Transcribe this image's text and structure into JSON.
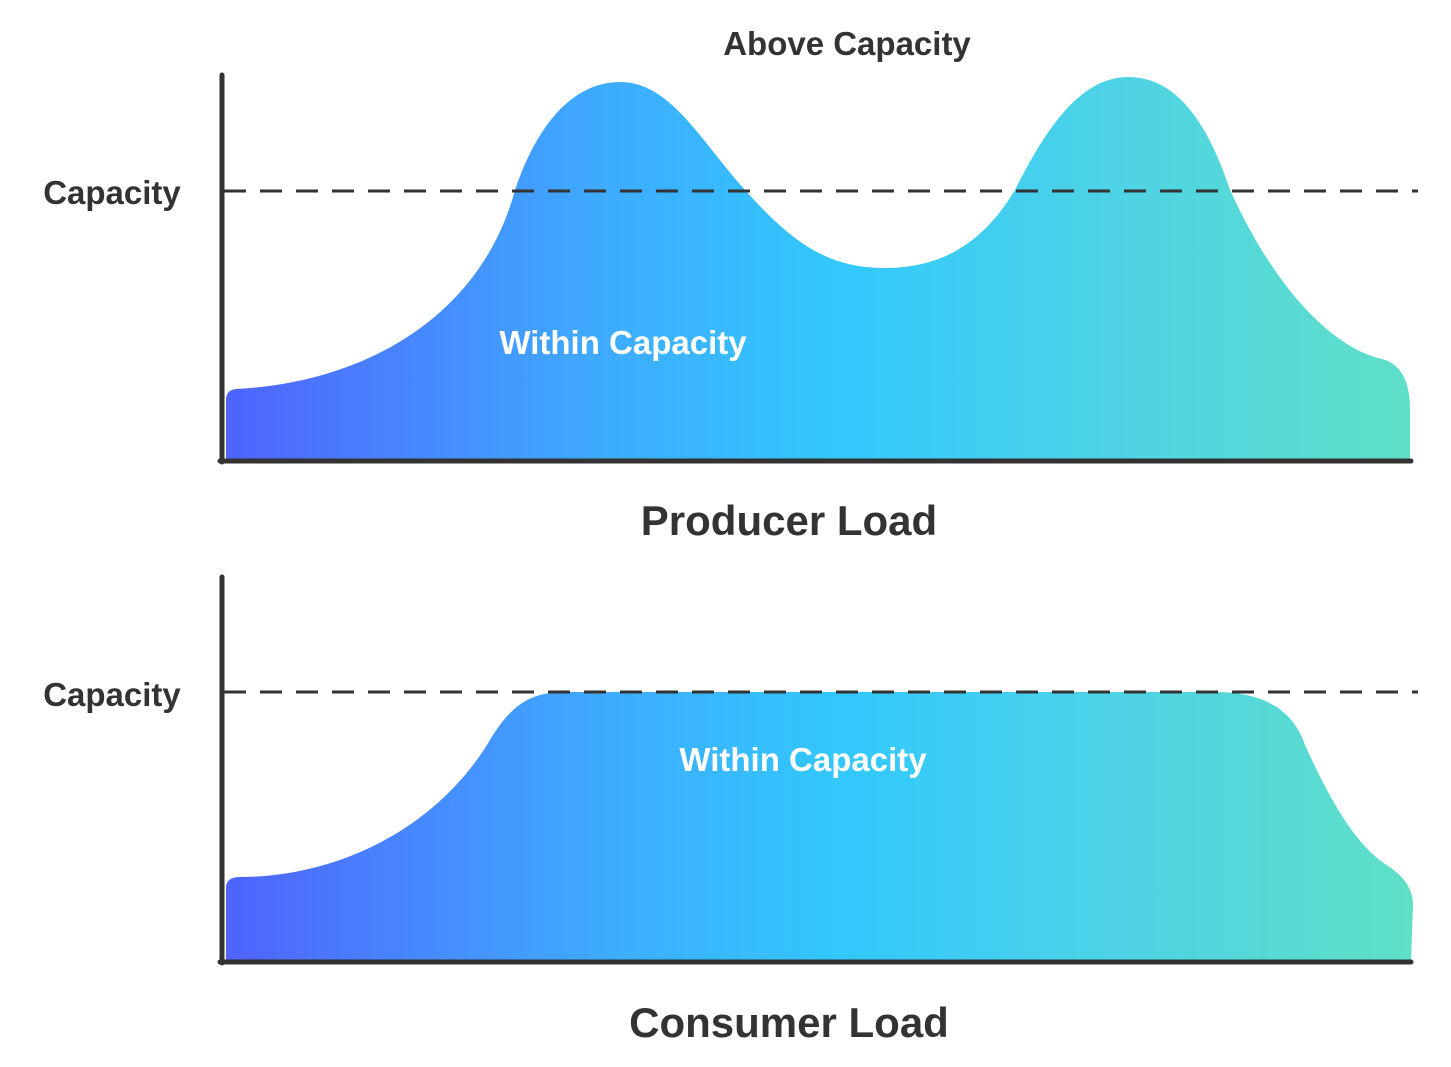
{
  "colors": {
    "text": "#333333",
    "axis": "#333333",
    "white_text": "#ffffff",
    "gradient": [
      "#4f63fd",
      "#3fa8fe",
      "#32c8fd",
      "#4ed3e6",
      "#5fdfc6"
    ]
  },
  "producer": {
    "title": "Producer Load",
    "capacity_label": "Capacity",
    "above_label": "Above Capacity",
    "within_label": "Within Capacity"
  },
  "consumer": {
    "title": "Consumer Load",
    "capacity_label": "Capacity",
    "within_label": "Within Capacity"
  }
}
